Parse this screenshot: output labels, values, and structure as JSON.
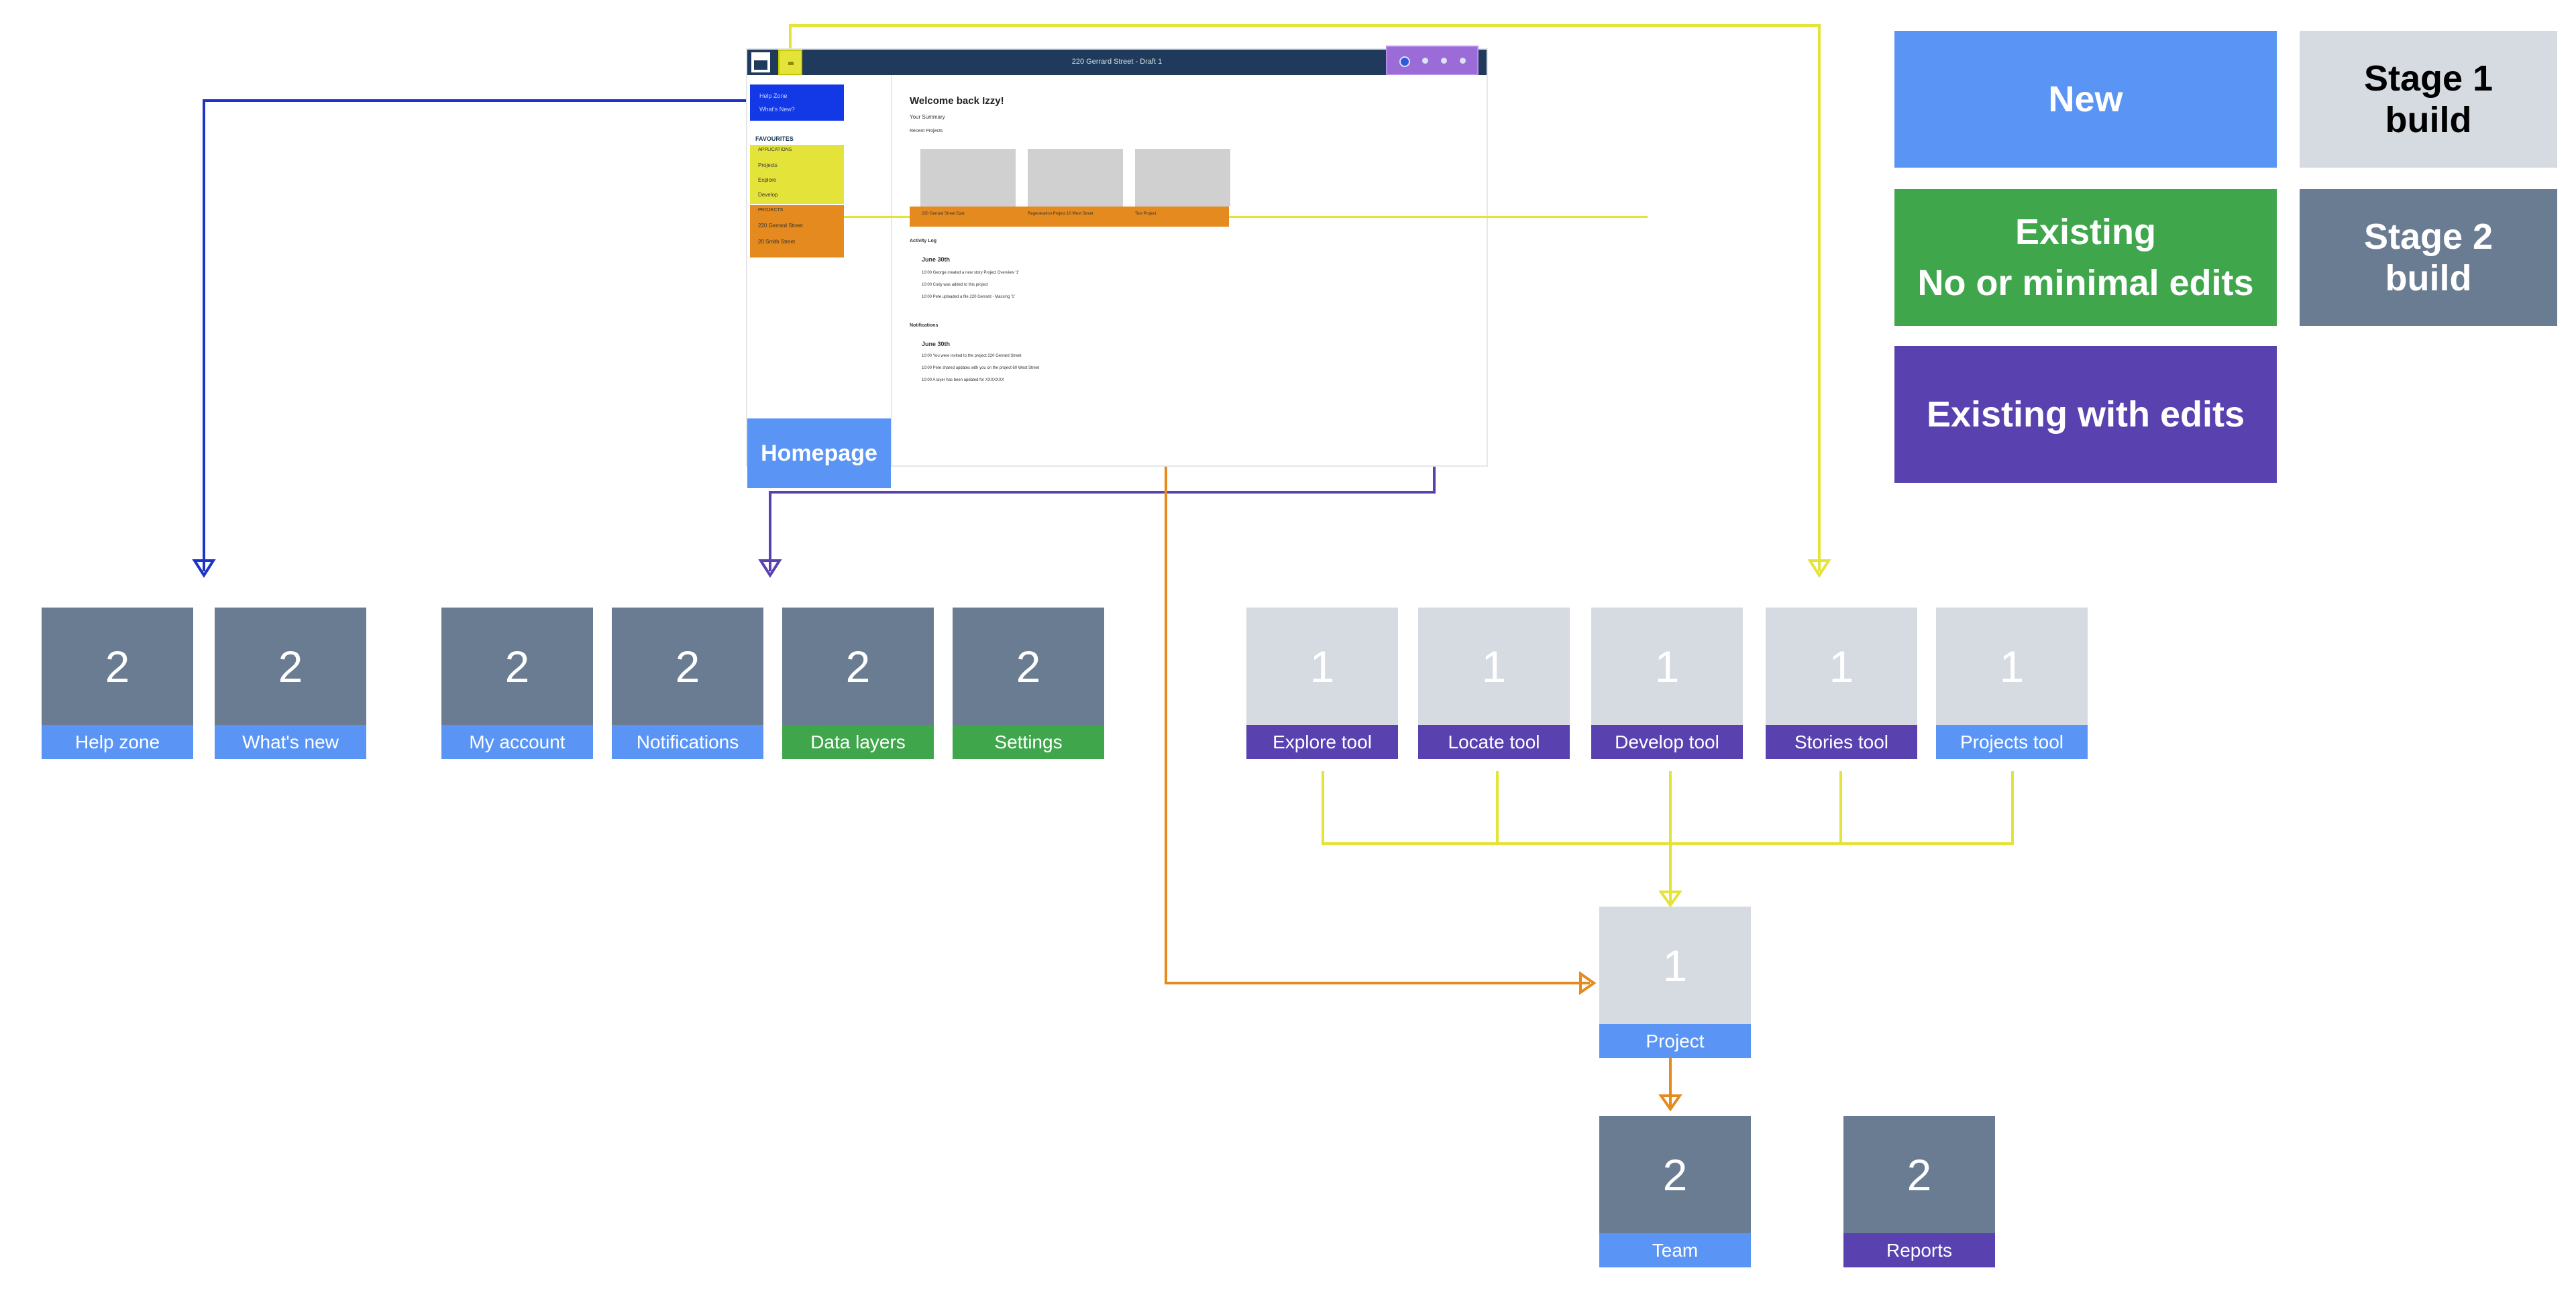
{
  "homepage_mock": {
    "project_title": "220 Gerrard Street - Draft 1",
    "sidebar_blue": [
      "Help Zone",
      "What's New?"
    ],
    "favourites": "FAVOURITES",
    "applications_heading": "APPLICATIONS",
    "applications": [
      "Projects",
      "Explore",
      "Develop"
    ],
    "projects_heading": "PROJECTS",
    "projects": [
      "220 Gerrard Street",
      "20 Smith Street"
    ],
    "welcome": "Welcome back Izzy!",
    "your_summary": "Your Summary",
    "recent_projects": "Recent Projects",
    "card_titles": [
      "220 Gerrard Street East",
      "Regeneration Project 10 West Street",
      "Test Project"
    ],
    "activity_log": "Activity Log",
    "activity_date": "June 30th",
    "activity_items": [
      "10:00 George created a new story Project Overview '1'",
      "10:00 Cody was added to this project",
      "10:00 Pete uploaded a file 220 Gerrard - Massing '1'"
    ],
    "notifications": "Notifications",
    "notifications_date": "June 30th",
    "notification_items": [
      "10:00 You were invited to the project 220 Gerrard Street",
      "10:00 Pete shared updates with you on the project 60 West Street",
      "10:00 A layer has been updated for XXXXXXX"
    ],
    "label": "Homepage"
  },
  "legend": {
    "new": "New",
    "existing_line1": "Existing",
    "existing_line2": "No or minimal  edits",
    "edits": "Existing with edits",
    "stage1": "Stage 1 build",
    "stage2": "Stage 2 build",
    "colors": {
      "new": "#5a95f5",
      "existing": "#40a64c",
      "edits": "#5942b0",
      "stage1": "#d5dbe1",
      "stage2": "#6a7c92"
    }
  },
  "tiles": {
    "help_zone": {
      "stage": "2",
      "label": "Help zone"
    },
    "whats_new": {
      "stage": "2",
      "label": "What's new"
    },
    "my_account": {
      "stage": "2",
      "label": "My account"
    },
    "notifications": {
      "stage": "2",
      "label": "Notifications"
    },
    "data_layers": {
      "stage": "2",
      "label": "Data layers"
    },
    "settings": {
      "stage": "2",
      "label": "Settings"
    },
    "explore_tool": {
      "stage": "1",
      "label": "Explore tool"
    },
    "locate_tool": {
      "stage": "1",
      "label": "Locate tool"
    },
    "develop_tool": {
      "stage": "1",
      "label": "Develop tool"
    },
    "stories_tool": {
      "stage": "1",
      "label": "Stories tool"
    },
    "projects_tool": {
      "stage": "1",
      "label": "Projects tool"
    },
    "project": {
      "stage": "1",
      "label": "Project"
    },
    "team": {
      "stage": "2",
      "label": "Team"
    },
    "reports": {
      "stage": "2",
      "label": "Reports"
    }
  }
}
